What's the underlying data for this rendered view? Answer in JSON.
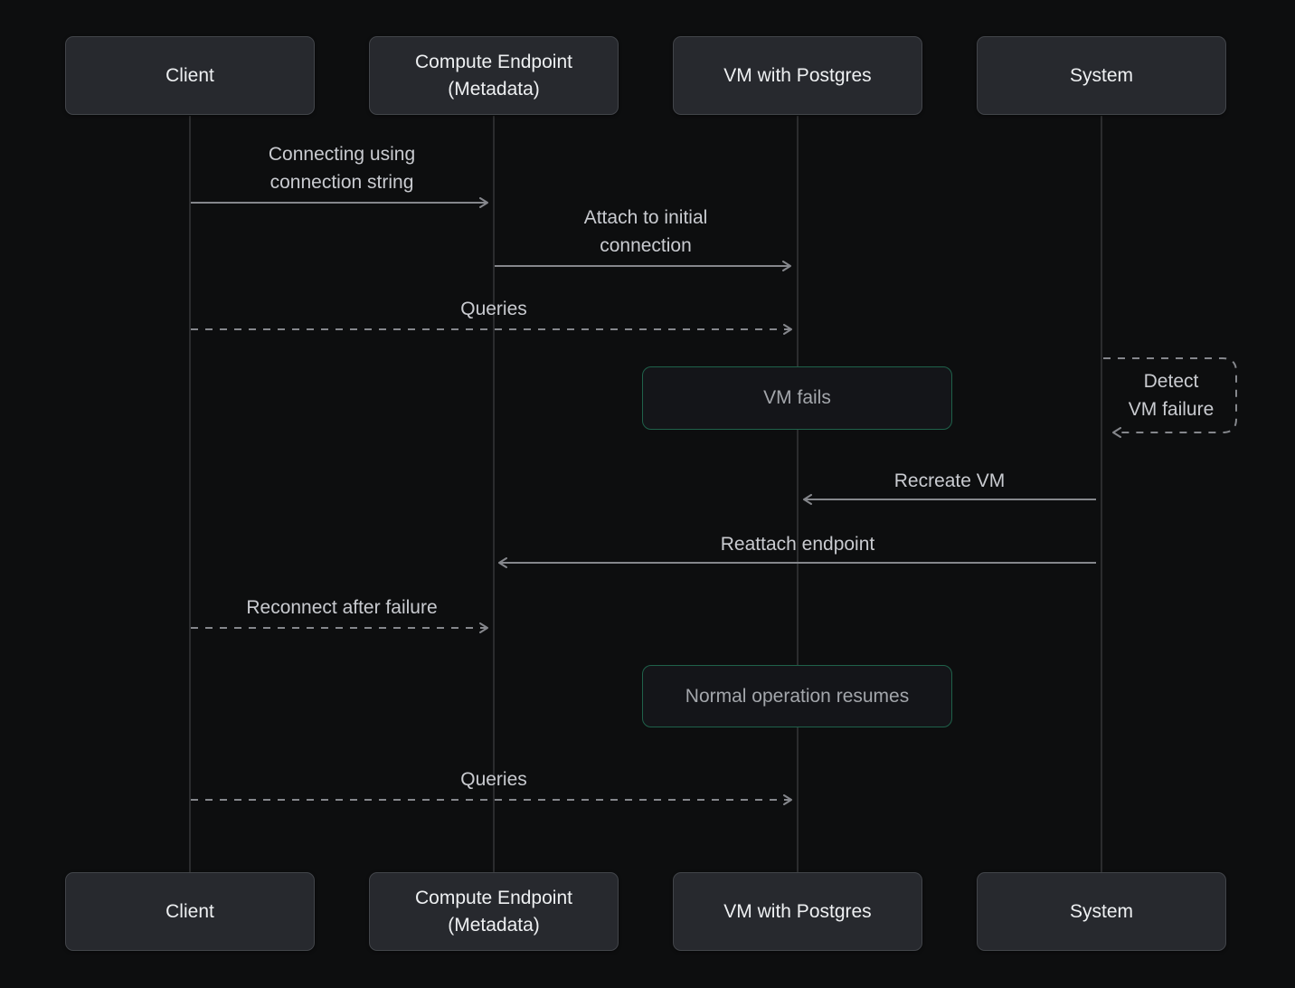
{
  "colors": {
    "background": "#0d0e0f",
    "actor_box_bg": "#27292e",
    "actor_box_border": "#42454a",
    "actor_text": "#eef0f2",
    "message_text": "#c9cbd0",
    "line": "#85878c",
    "lifeline": "#2b2c2e",
    "note_border": "#1f614a",
    "note_bg": "#141519",
    "note_text": "#a3a6ab"
  },
  "diagram": {
    "type": "sequence",
    "actors": [
      {
        "id": "client",
        "label": "Client"
      },
      {
        "id": "compute-endpoint",
        "label": "Compute Endpoint\n(Metadata)"
      },
      {
        "id": "vm-with-postgres",
        "label": "VM with Postgres"
      },
      {
        "id": "system",
        "label": "System"
      }
    ],
    "messages": [
      {
        "id": "connecting",
        "from": "client",
        "to": "compute-endpoint",
        "style": "solid",
        "label": "Connecting using\nconnection string"
      },
      {
        "id": "attach-initial",
        "from": "compute-endpoint",
        "to": "vm-with-postgres",
        "style": "solid",
        "label": "Attach to initial\nconnection"
      },
      {
        "id": "queries-1",
        "from": "client",
        "to": "vm-with-postgres",
        "style": "dashed",
        "label": "Queries"
      },
      {
        "id": "vm-fails",
        "type": "note",
        "over": "vm-with-postgres",
        "label": "VM fails"
      },
      {
        "id": "detect-vm-failure",
        "type": "self",
        "actor": "system",
        "style": "dashed",
        "label": "Detect\nVM failure"
      },
      {
        "id": "recreate-vm",
        "from": "system",
        "to": "vm-with-postgres",
        "style": "solid",
        "label": "Recreate VM"
      },
      {
        "id": "reattach-endpoint",
        "from": "system",
        "to": "compute-endpoint",
        "style": "solid",
        "label": "Reattach endpoint"
      },
      {
        "id": "reconnect-after-failure",
        "from": "client",
        "to": "compute-endpoint",
        "style": "dashed",
        "label": "Reconnect after failure"
      },
      {
        "id": "normal-operation-resumes",
        "type": "note",
        "over": "vm-with-postgres",
        "label": "Normal operation resumes"
      },
      {
        "id": "queries-2",
        "from": "client",
        "to": "vm-with-postgres",
        "style": "dashed",
        "label": "Queries"
      }
    ]
  }
}
